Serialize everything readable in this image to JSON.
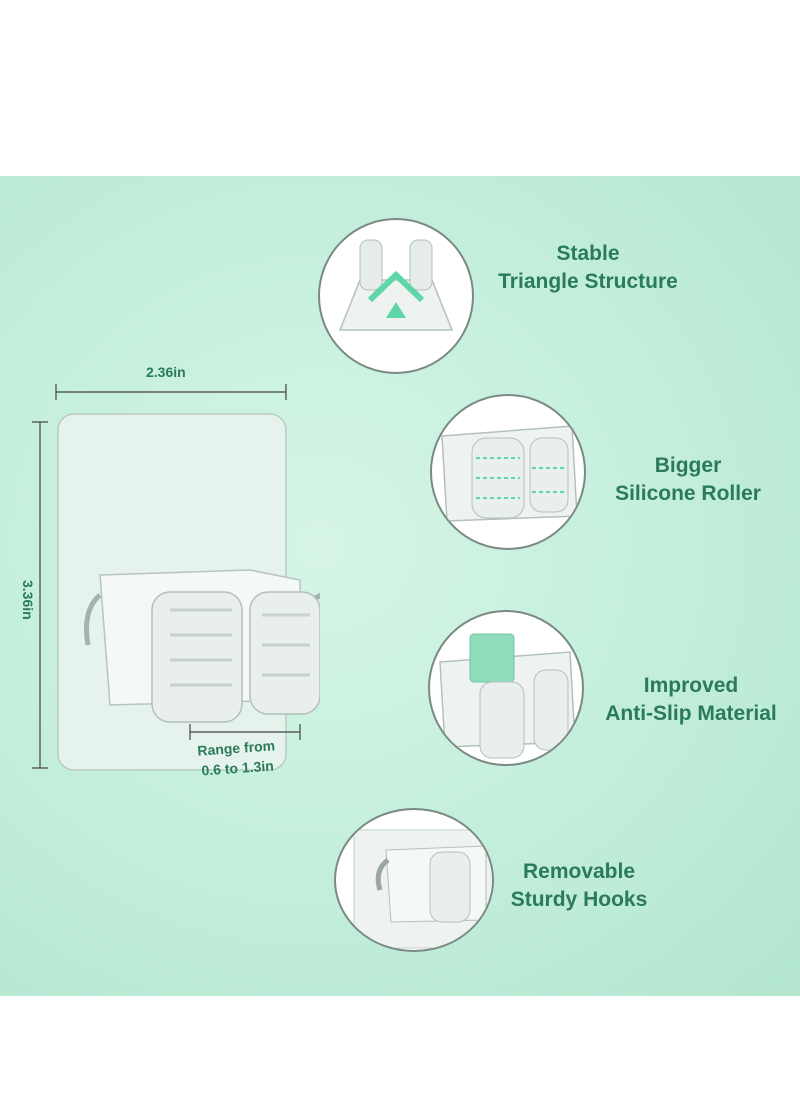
{
  "dimensions": {
    "width_label": "2.36in",
    "height_label": "3.36in",
    "range_label_line1": "Range from",
    "range_label_line2": "0.6 to 1.3in"
  },
  "features": [
    {
      "line1": "Stable",
      "line2": "Triangle Structure"
    },
    {
      "line1": "Bigger",
      "line2": "Silicone Roller"
    },
    {
      "line1": "Improved",
      "line2": "Anti-Slip Material"
    },
    {
      "line1": "Removable",
      "line2": "Sturdy Hooks"
    }
  ],
  "colors": {
    "background": "#c2eedb",
    "text": "#2a7a5c",
    "accent": "#5fd6a8"
  }
}
